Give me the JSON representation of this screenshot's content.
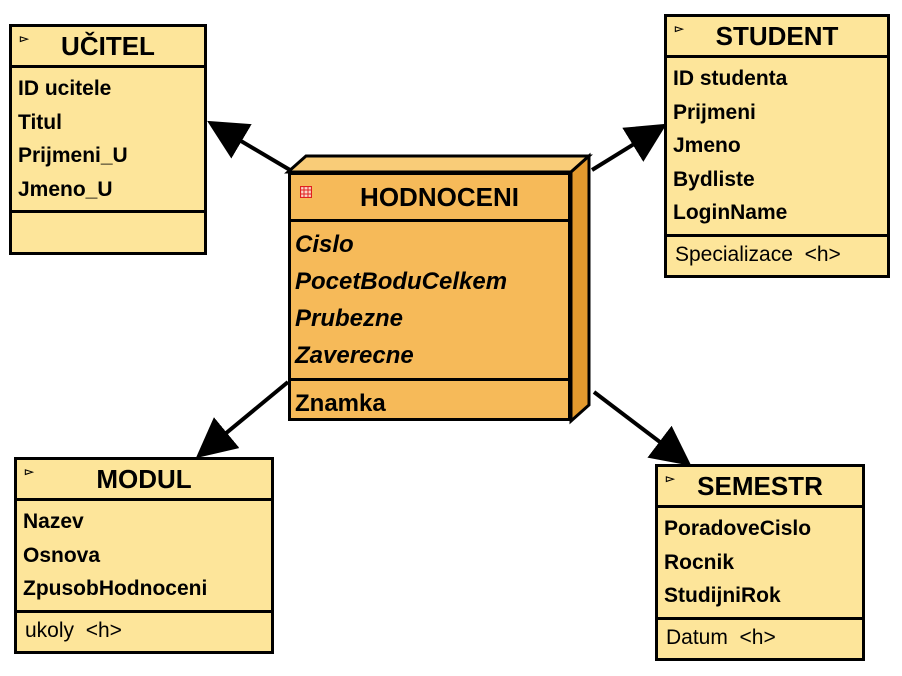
{
  "colors": {
    "entity_fill": "#fde59a",
    "association_fill": "#f6ba59",
    "association_side": "#e39a2e",
    "association_top": "#f9cc78",
    "outline": "#000000",
    "table_icon": "#e02020"
  },
  "icons": {
    "entity": "triangle-flag-icon",
    "association": "table-grid-icon"
  },
  "association": {
    "name": "HODNOCENI",
    "attributes": [
      "Cislo",
      "PocetBoduCelkem",
      "Prubezne",
      "Zaverecne"
    ],
    "operations": [
      "Znamka"
    ]
  },
  "entities": {
    "ucitel": {
      "name": "UČITEL",
      "attributes": [
        "ID ucitele",
        "Titul",
        "Prijmeni_U",
        "Jmeno_U"
      ],
      "operations": []
    },
    "student": {
      "name": "STUDENT",
      "attributes": [
        "ID studenta",
        "Prijmeni",
        "Jmeno",
        "Bydliste",
        "LoginName"
      ],
      "operations": [
        "Specializace  <h>"
      ]
    },
    "modul": {
      "name": "MODUL",
      "attributes": [
        "Nazev",
        "Osnova",
        "ZpusobHodnoceni"
      ],
      "operations": [
        "ukoly  <h>"
      ]
    },
    "semestr": {
      "name": "SEMESTR",
      "attributes": [
        "PoradoveCislo",
        "Rocnik",
        "StudijniRok"
      ],
      "operations": [
        "Datum  <h>"
      ]
    }
  }
}
